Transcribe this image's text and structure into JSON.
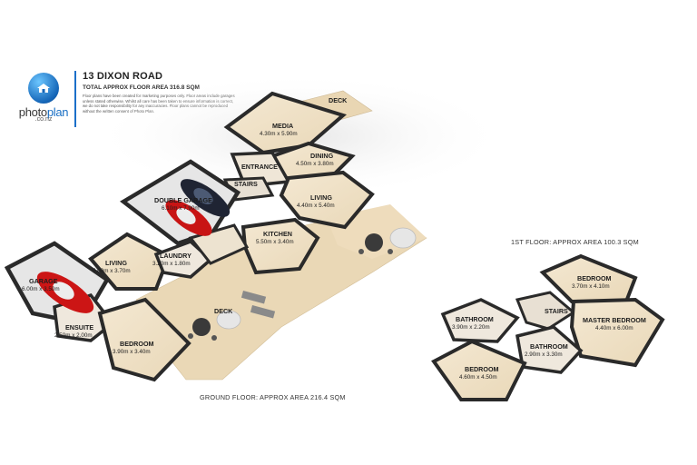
{
  "brand": {
    "logo_icon": "house-globe-icon",
    "name_part1": "photo",
    "name_part2": "plan",
    "domain": ".co.nz",
    "accent_color": "#1b6fc9"
  },
  "header": {
    "title": "13 DIXON ROAD",
    "total_area": "TOTAL APPROX FLOOR AREA 316.8 SQM",
    "disclaimer": "Floor plans have been created for marketing purposes only. Floor areas include garages unless stated otherwise. Whilst all care has been taken to ensure information is correct, we do not take responsibility for any inaccuracies. Floor plans cannot be reproduced without the written consent of Photo Plan."
  },
  "floors": {
    "ground": "GROUND FLOOR: APPROX AREA 216.4 SQM",
    "first": "1ST FLOOR: APPROX AREA 100.3 SQM"
  },
  "rooms": {
    "deck_top": "DECK",
    "media": {
      "name": "MEDIA",
      "dims": "4.30m x 5.90m"
    },
    "dining": {
      "name": "DINING",
      "dims": "4.50m x 3.80m"
    },
    "entrance": "ENTRANCE",
    "stairs_ground": "STAIRS",
    "double_garage": {
      "name": "DOUBLE GARAGE",
      "dims": "6.10m x 7.90m"
    },
    "living_main": {
      "name": "LIVING",
      "dims": "4.40m x 5.40m"
    },
    "kitchen": {
      "name": "KITCHEN",
      "dims": "5.50m x 3.40m"
    },
    "living_west": {
      "name": "LIVING",
      "dims": "5.00m x 3.70m"
    },
    "laundry": {
      "name": "LAUNDRY",
      "dims": "3.20m x 1.80m"
    },
    "garage": {
      "name": "GARAGE",
      "dims": "6.00m x 3.50m"
    },
    "ensuite": {
      "name": "ENSUITE",
      "dims": "2.50m x 2.00m"
    },
    "bedroom_ground": {
      "name": "BEDROOM",
      "dims": "3.90m x 3.40m"
    },
    "deck_bottom": "DECK",
    "bedroom_1st_top": {
      "name": "BEDROOM",
      "dims": "3.70m x 4.10m"
    },
    "bathroom_west": {
      "name": "BATHROOM",
      "dims": "3.90m x 2.20m"
    },
    "stairs_1st": "STAIRS",
    "master_bedroom": {
      "name": "MASTER BEDROOM",
      "dims": "4.40m x 6.00m"
    },
    "bathroom_center": {
      "name": "BATHROOM",
      "dims": "2.90m x 3.30m"
    },
    "bedroom_1st_bottom": {
      "name": "BEDROOM",
      "dims": "4.60m x 4.50m"
    }
  }
}
